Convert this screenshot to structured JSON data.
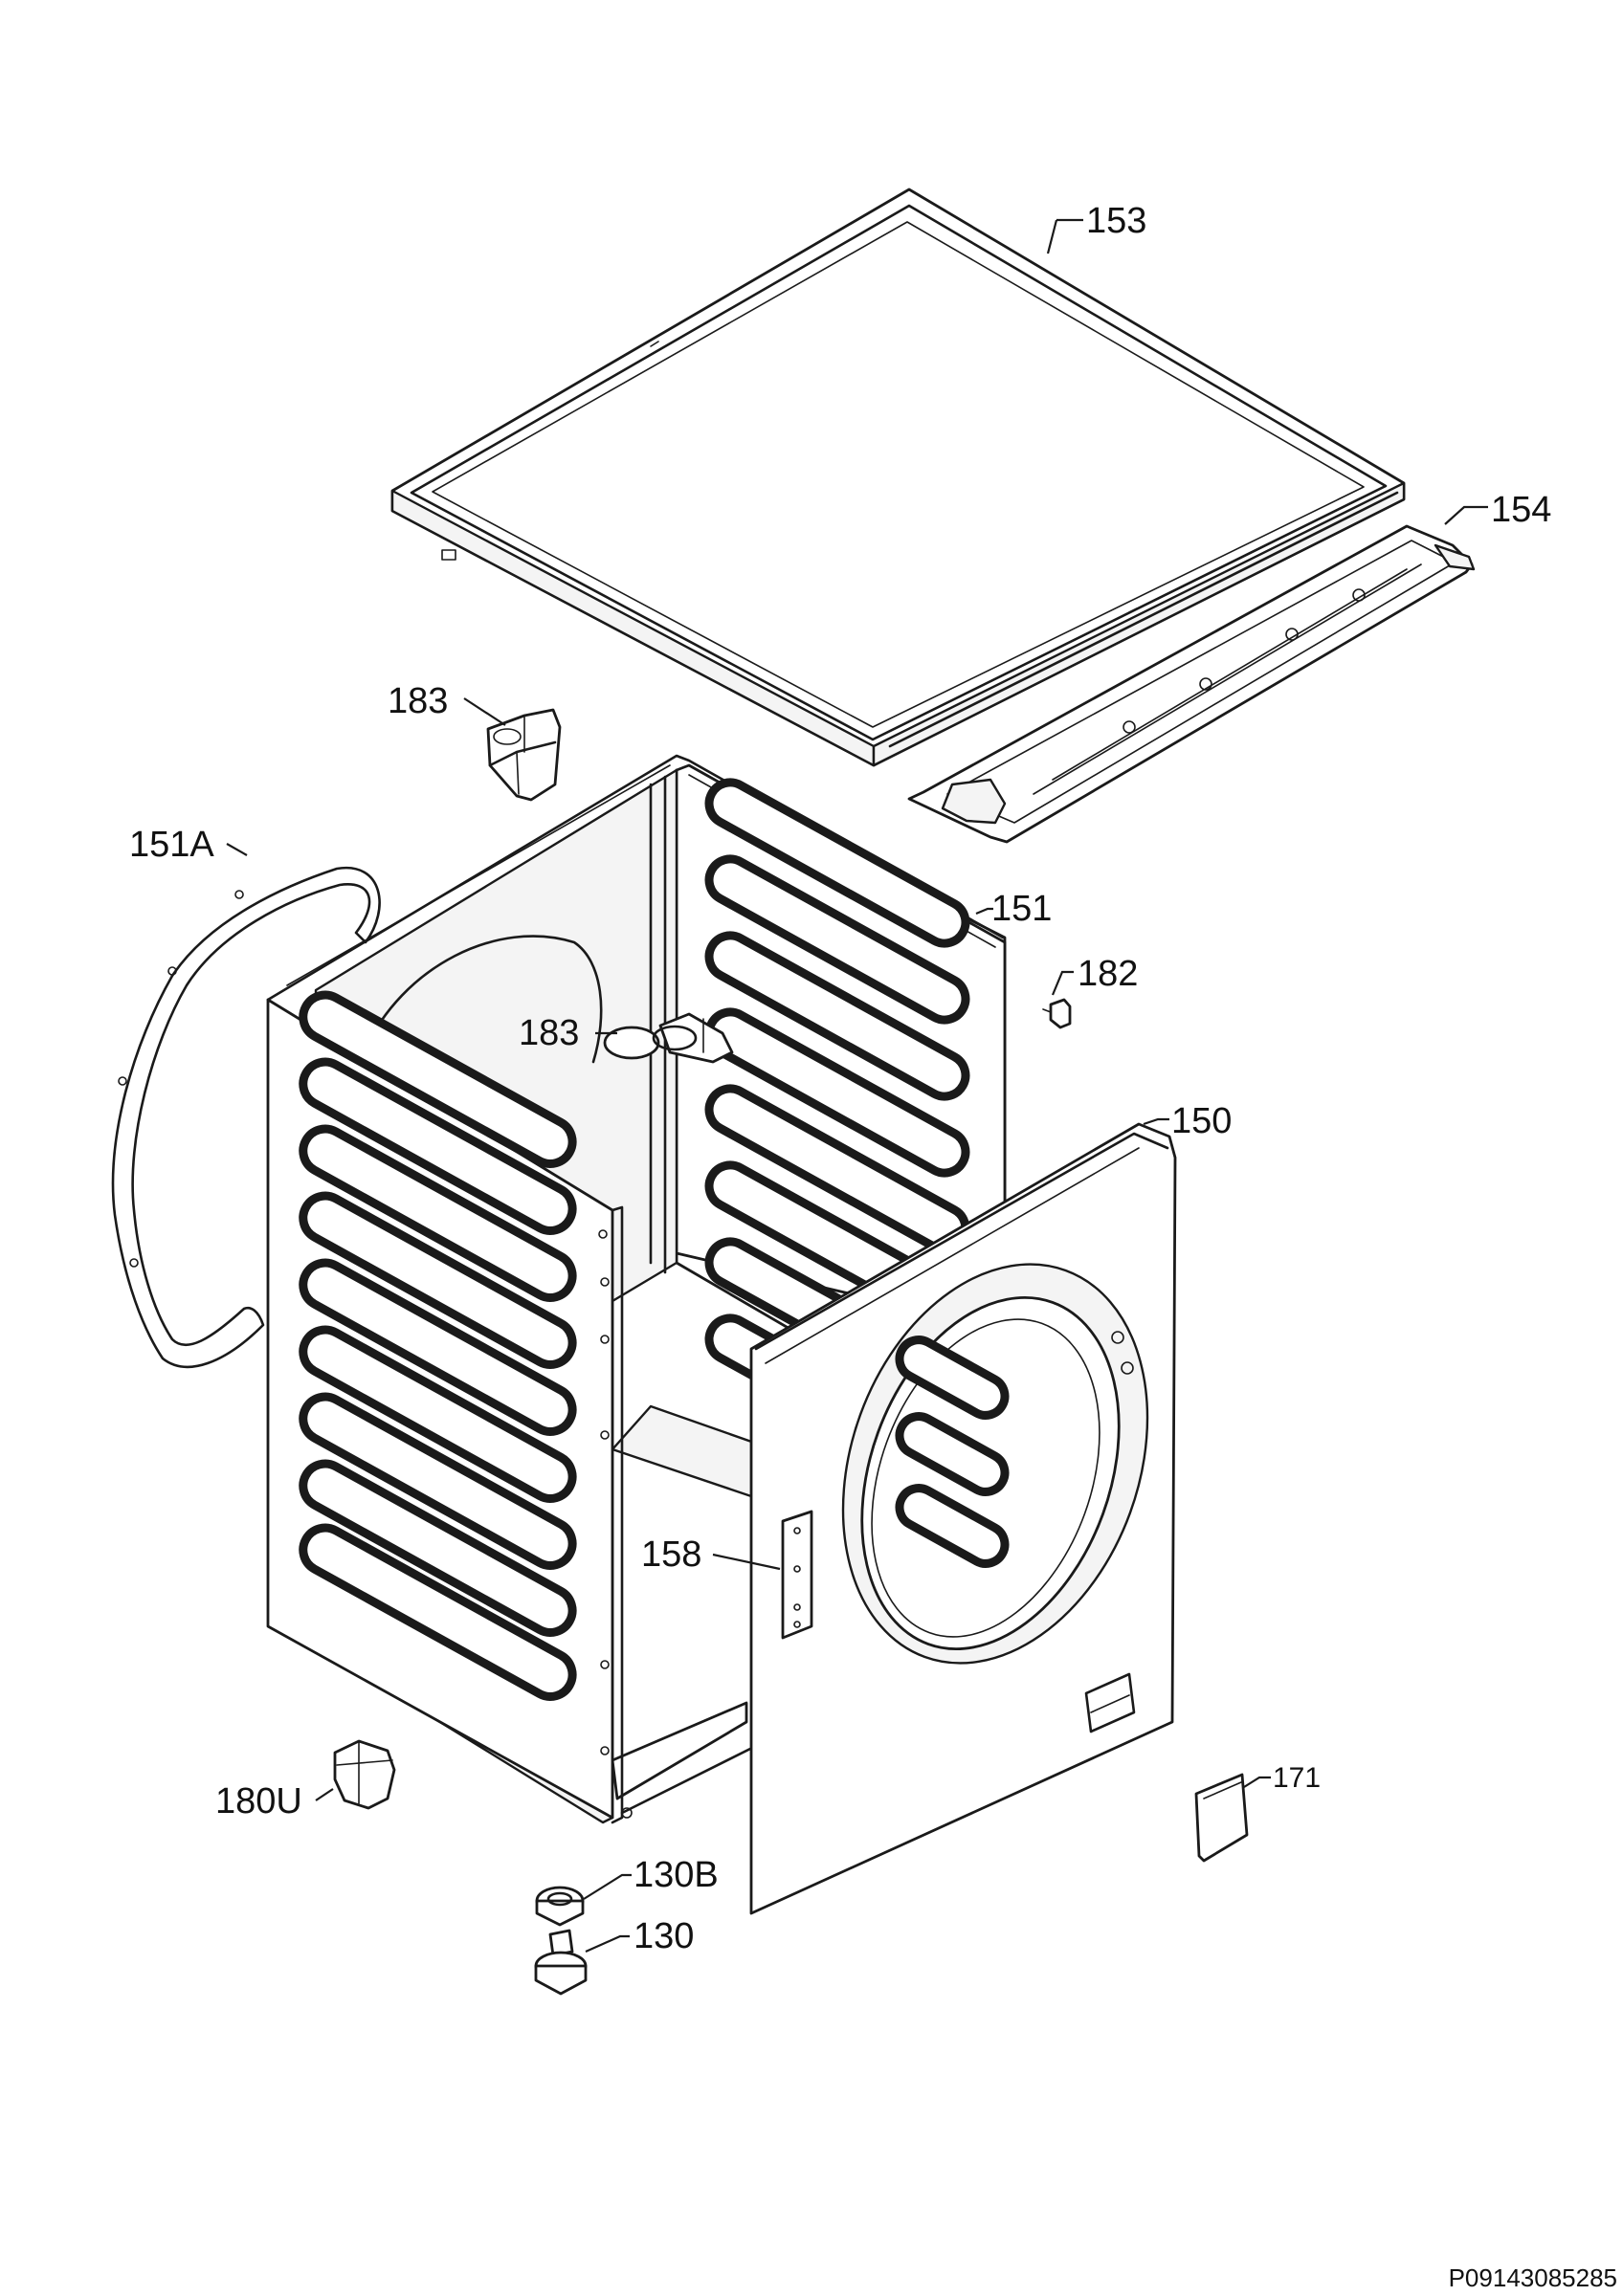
{
  "reference": "P09143085285",
  "labels": {
    "l153": "153",
    "l154": "154",
    "l183a": "183",
    "l151a": "151A",
    "l151": "151",
    "l182": "182",
    "l183b": "183",
    "l150": "150",
    "l158": "158",
    "l180u": "180U",
    "l171": "171",
    "l130b": "130B",
    "l130": "130"
  }
}
